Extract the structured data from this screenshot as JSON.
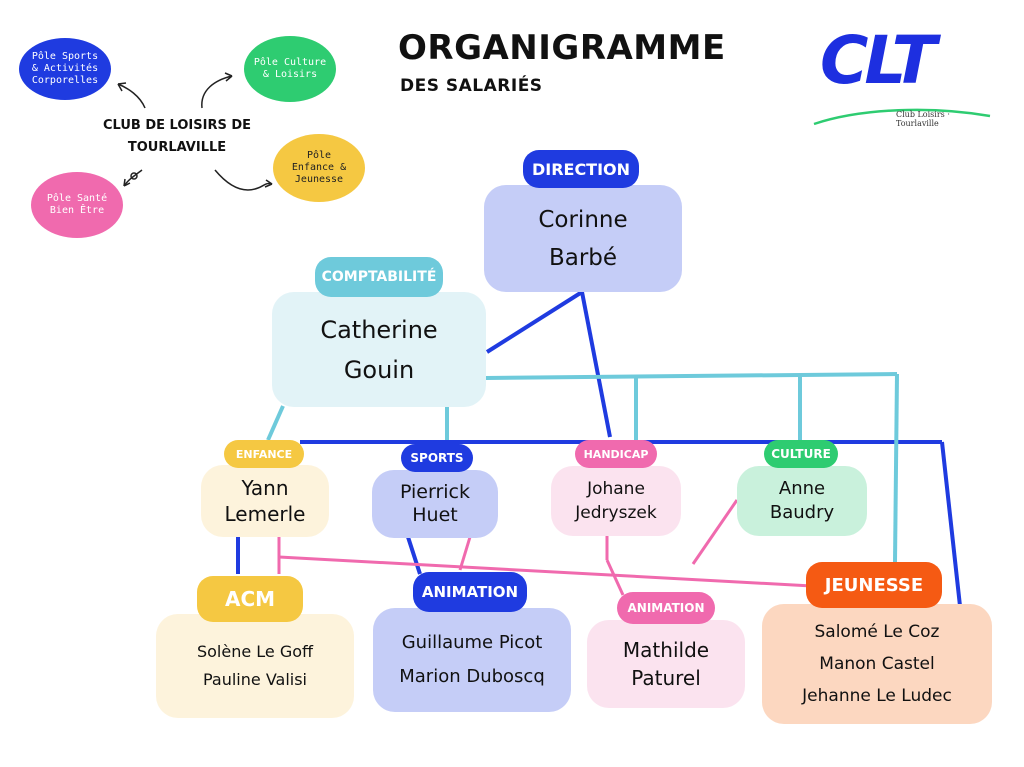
{
  "header": {
    "title": "ORGANIGRAMME",
    "subtitle": "DES SALARIÉS"
  },
  "logo": {
    "mark": "CLT",
    "caption": "Club Loisirs · Tourlaville"
  },
  "club": {
    "name": "CLUB DE LOISIRS DE\nTOURLAVILLE"
  },
  "poles": {
    "sports": "Pôle Sports\n& Activités\nCorporelles",
    "culture": "Pôle Culture\n& Loisirs",
    "enfance": "Pôle\nEnfance &\nJeunesse",
    "sante": "Pôle Santé\nBien Être"
  },
  "badges": {
    "direction": "DIRECTION",
    "comptabilite": "COMPTABILITÉ",
    "enfance": "ENFANCE",
    "sports": "SPORTS",
    "handicap": "HANDICAP",
    "culture": "CULTURE",
    "acm": "ACM",
    "animation1": "ANIMATION",
    "animation2": "ANIMATION",
    "jeunesse": "JEUNESSE"
  },
  "people": {
    "direction": [
      "Corinne",
      "Barbé"
    ],
    "comptabilite": [
      "Catherine",
      "Gouin"
    ],
    "enfance": [
      "Yann",
      "Lemerle"
    ],
    "sports": [
      "Pierrick",
      "Huet"
    ],
    "handicap": [
      "Johane",
      "Jedryszek"
    ],
    "culture": [
      "Anne",
      "Baudry"
    ],
    "acm": [
      "Solène Le Goff",
      "Pauline Valisi"
    ],
    "animation1": [
      "Guillaume Picot",
      "Marion Duboscq"
    ],
    "animation2": [
      "Mathilde",
      "Paturel"
    ],
    "jeunesse": [
      "Salomé Le Coz",
      "Manon Castel",
      "Jehanne Le Ludec"
    ]
  },
  "colors": {
    "blue": "#1f3be0",
    "cyan": "#6ecadb",
    "pink": "#f06aae",
    "green": "#2ecc71",
    "yellow": "#f5c842",
    "orange": "#f55a13"
  }
}
